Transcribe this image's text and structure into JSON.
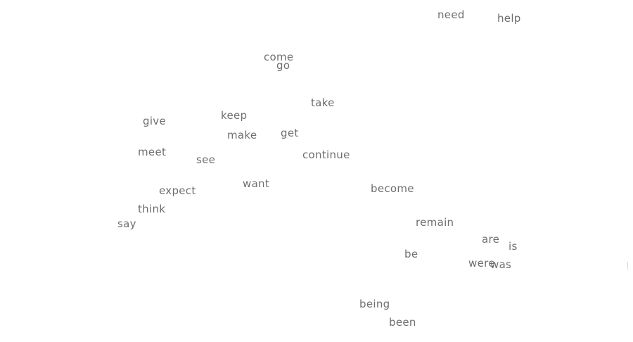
{
  "words": [
    {
      "id": "need",
      "text": "need"
    },
    {
      "id": "help",
      "text": "help"
    },
    {
      "id": "come",
      "text": "come"
    },
    {
      "id": "go",
      "text": "go"
    },
    {
      "id": "take",
      "text": "take"
    },
    {
      "id": "keep",
      "text": "keep"
    },
    {
      "id": "give",
      "text": "give"
    },
    {
      "id": "make",
      "text": "make"
    },
    {
      "id": "get",
      "text": "get"
    },
    {
      "id": "meet",
      "text": "meet"
    },
    {
      "id": "continue",
      "text": "continue"
    },
    {
      "id": "see",
      "text": "see"
    },
    {
      "id": "want",
      "text": "want"
    },
    {
      "id": "expect",
      "text": "expect"
    },
    {
      "id": "become",
      "text": "become"
    },
    {
      "id": "think",
      "text": "think"
    },
    {
      "id": "say",
      "text": "say"
    },
    {
      "id": "remain",
      "text": "remain"
    },
    {
      "id": "are",
      "text": "are"
    },
    {
      "id": "is",
      "text": "is"
    },
    {
      "id": "be",
      "text": "be"
    },
    {
      "id": "were",
      "text": "were"
    },
    {
      "id": "was",
      "text": "was"
    },
    {
      "id": "being",
      "text": "being"
    },
    {
      "id": "been",
      "text": "been"
    }
  ],
  "colors": {
    "text": "#6e6e6e",
    "background": "#ffffff"
  }
}
